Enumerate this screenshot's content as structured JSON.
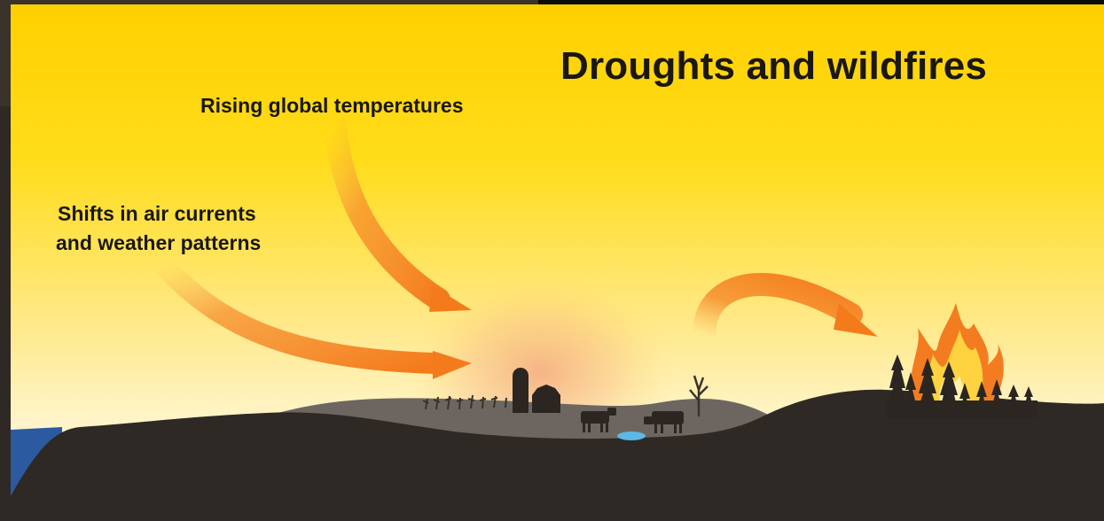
{
  "title": "Droughts and wildfires",
  "labels": {
    "rising_temperatures": "Rising global temperatures",
    "air_currents_line1": "Shifts in air currents",
    "air_currents_line2": "and weather patterns"
  },
  "colors": {
    "sky_top": "#ffd000",
    "sky_bottom": "#fff7da",
    "arrow": "#f58220",
    "ground": "#2e2924",
    "water": "#2c5aa0",
    "fire_outer": "#f47c20",
    "fire_inner": "#ffd23f"
  },
  "icons": [
    "arrow-icon",
    "silo-icon",
    "barn-icon",
    "cow-icon",
    "dead-tree-icon",
    "pine-tree-icon",
    "fire-icon",
    "pond-icon"
  ]
}
